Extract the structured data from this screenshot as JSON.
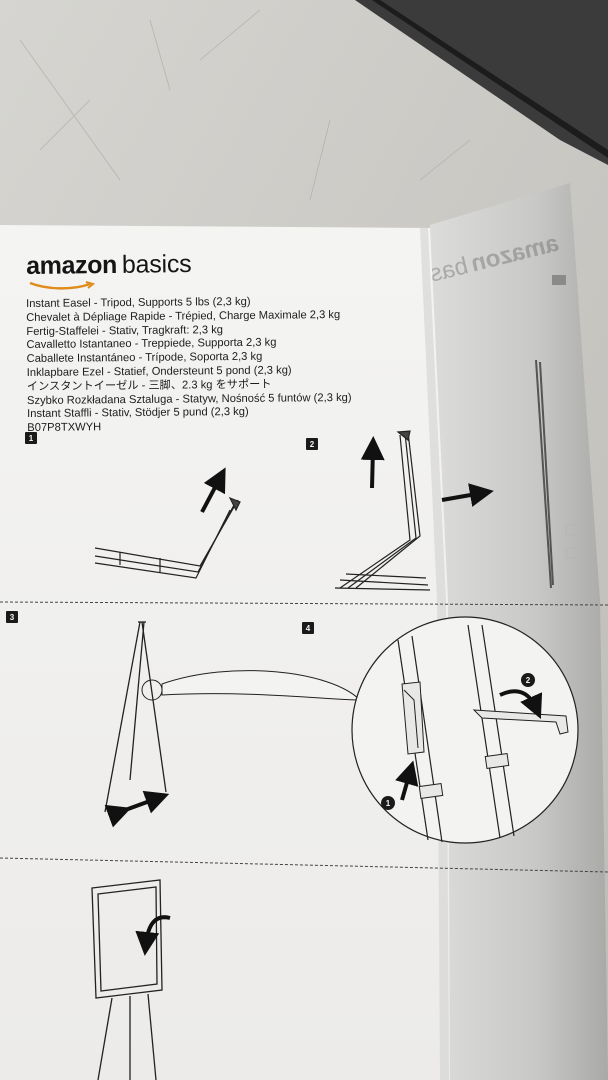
{
  "brand": {
    "word1": "amazon",
    "word2": "basics"
  },
  "product_titles": [
    "Instant Easel - Tripod, Supports 5 lbs (2,3 kg)",
    "Chevalet à Dépliage Rapide - Trépied, Charge Maximale 2,3 kg",
    "Fertig-Staffelei - Stativ, Tragkraft: 2,3 kg",
    "Cavalletto Istantaneo - Treppiede, Supporta 2,3 kg",
    "Caballete Instantáneo - Trípode, Soporta 2,3 kg",
    "Inklapbare Ezel - Statief, Ondersteunt 5 pond (2,3 kg)",
    "インスタントイーゼル - 三脚、2.3 kg をサポート",
    "Szybko Rozkładana Sztaluga - Statyw, Nośność 5 funtów (2,3 kg)",
    "Instant Staffli - Stativ, Stödjer 5 pund (2,3 kg)"
  ],
  "model_number": "B07P8TXWYH",
  "steps": [
    {
      "number": "1"
    },
    {
      "number": "2"
    },
    {
      "number": "3"
    },
    {
      "number": "4"
    }
  ],
  "callouts": [
    {
      "number": "1"
    },
    {
      "number": "2"
    }
  ],
  "back_page_mirrored_text": "amazon basics",
  "colors": {
    "background": "#c9c7c2",
    "paper": "#f2f2f0",
    "ink": "#1d1d1d"
  }
}
